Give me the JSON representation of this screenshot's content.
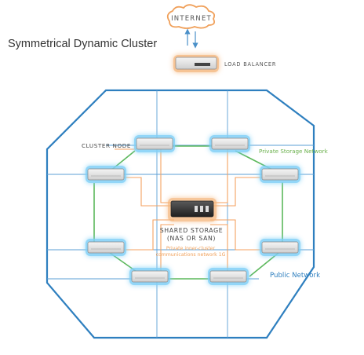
{
  "title": "Symmetrical Dynamic Cluster",
  "labels": {
    "internet": "INTERNET",
    "load_balancer": "LOAD BALANCER",
    "cluster_node": "CLUSTER NODE",
    "private_storage_network": "Private Storage Network",
    "shared_storage_line1": "SHARED STORAGE",
    "shared_storage_line2": "(NAS OR SAN)",
    "private_inner_line1": "Private inner-cluster",
    "private_inner_line2": "communications network 1G",
    "public_network": "Public Network"
  },
  "colors": {
    "public_network": "#2e7fbf",
    "storage_network": "#5cb85c",
    "inner_network": "#f4a261",
    "node_glow": "#7fd0f7",
    "balancer_glow": "#f5b57a",
    "text_dark": "#333333",
    "text_green": "#6ab04c",
    "text_blue": "#2e7fbf",
    "text_orange": "#f0a05a"
  },
  "icons": {
    "internet": "cloud-icon",
    "load_balancer": "rack-server-icon",
    "cluster_node": "server-icon",
    "shared_storage": "storage-array-icon"
  }
}
